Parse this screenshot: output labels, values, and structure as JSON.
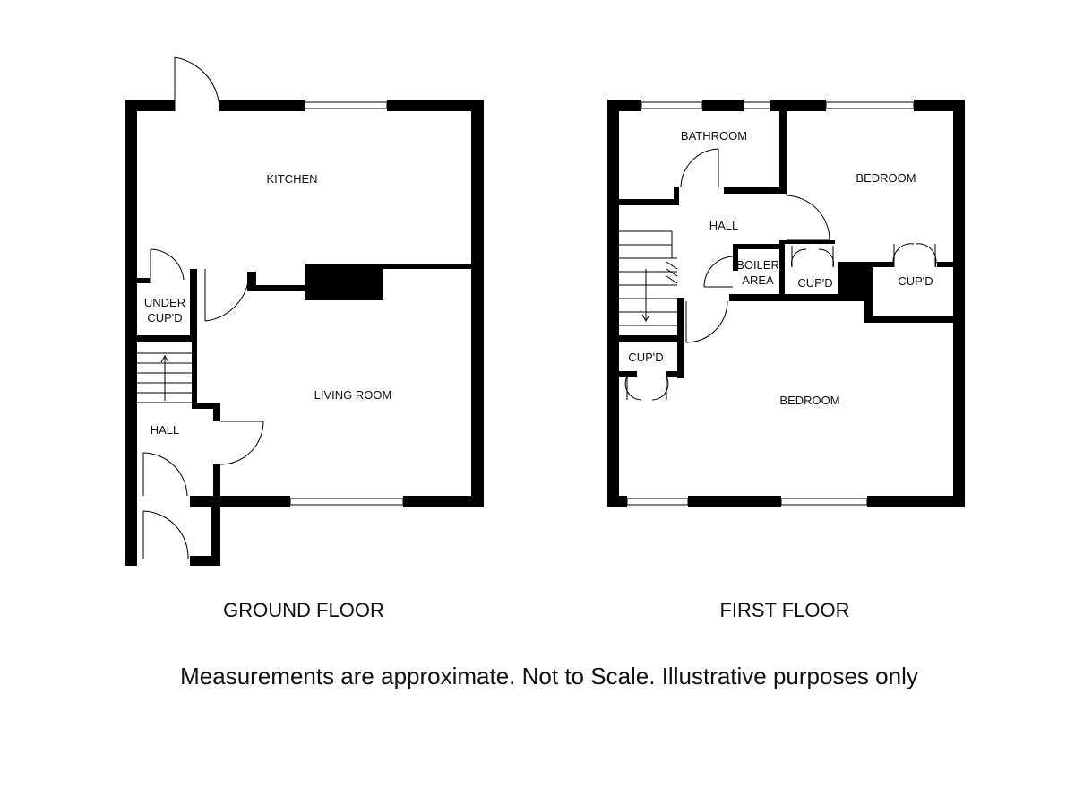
{
  "ground_floor": {
    "title": "GROUND FLOOR",
    "rooms": {
      "kitchen": "KITCHEN",
      "living_room": "LIVING ROOM",
      "under_cupd_line1": "UNDER",
      "under_cupd_line2": "CUP'D",
      "hall": "HALL"
    }
  },
  "first_floor": {
    "title": "FIRST FLOOR",
    "rooms": {
      "bathroom": "BATHROOM",
      "bedroom_front": "BEDROOM",
      "hall": "HALL",
      "boiler_line1": "BOILER",
      "boiler_line2": "AREA",
      "cupd_1": "CUP'D",
      "cupd_2": "CUP'D",
      "cupd_3": "CUP'D",
      "bedroom_main": "BEDROOM"
    }
  },
  "disclaimer": "Measurements are approximate. Not to Scale. Illustrative purposes only"
}
